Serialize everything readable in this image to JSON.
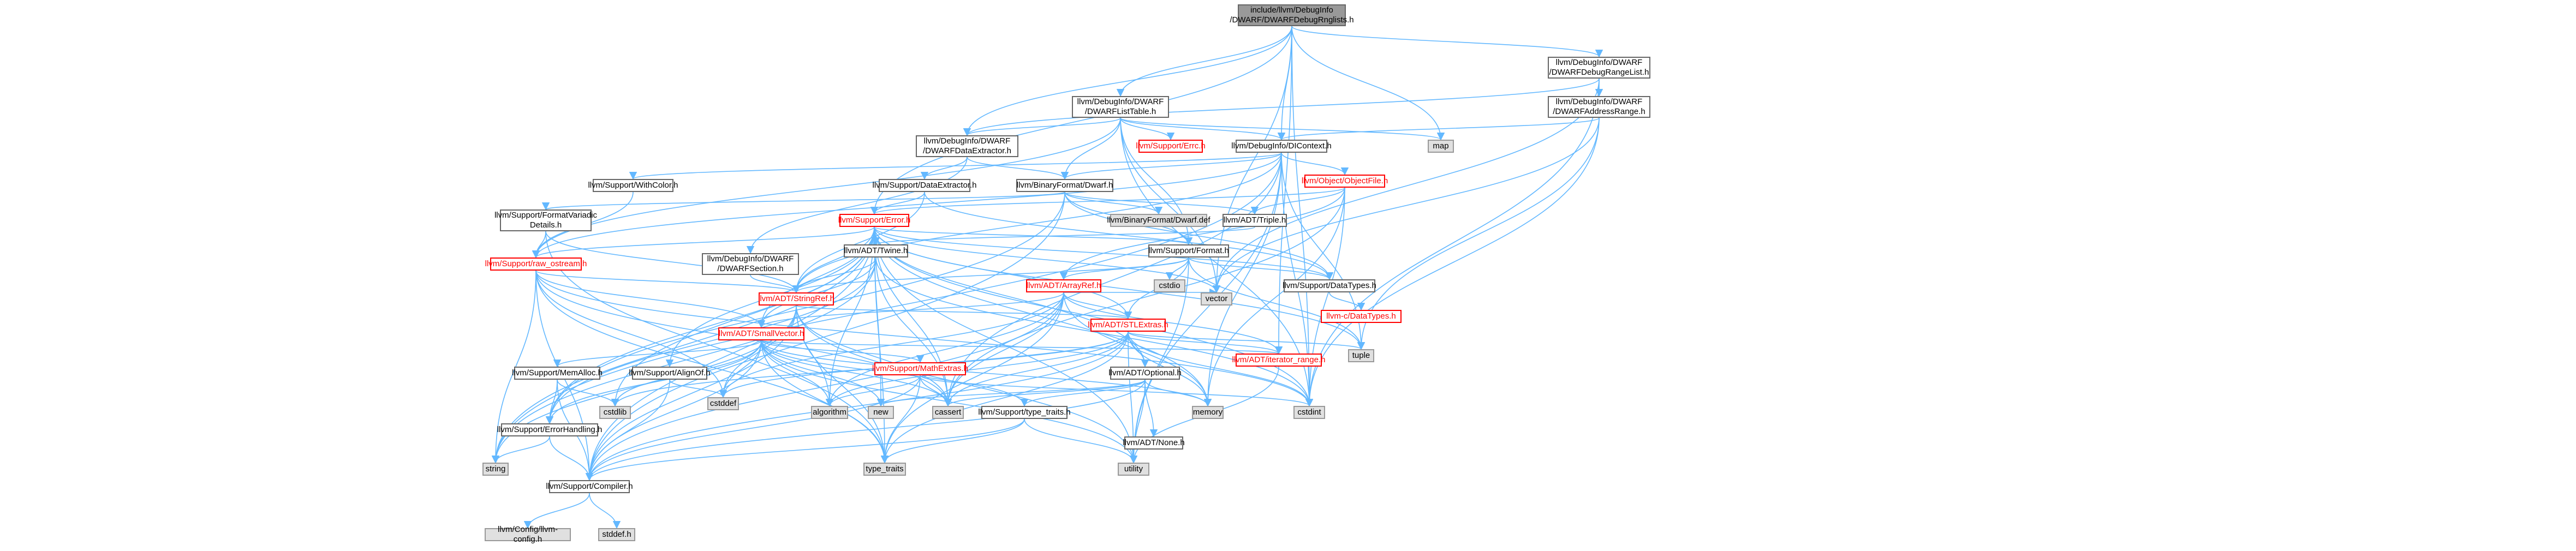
{
  "nodes": {
    "root": "include/llvm/DebugInfo\n/DWARF/DWARFDebugRnglists.h",
    "dwarfdebugrangelist": "llvm/DebugInfo/DWARF\n/DWARFDebugRangeList.h",
    "dwarflisttable": "llvm/DebugInfo/DWARF\n/DWARFListTable.h",
    "dwarfaddressrange": "llvm/DebugInfo/DWARF\n/DWARFAddressRange.h",
    "dwarfdataextractor": "llvm/DebugInfo/DWARF\n/DWARFDataExtractor.h",
    "supporterrc": "llvm/Support/Errc.h",
    "dicontext": "llvm/DebugInfo/DIContext.h",
    "map": "map",
    "withcolor": "llvm/Support/WithColor.h",
    "dataextractor": "llvm/Support/DataExtractor.h",
    "binaryformatdwarf": "llvm/BinaryFormat/Dwarf.h",
    "objectfile": "llvm/Object/ObjectFile.h",
    "formatvariadic": "llvm/Support/FormatVariadic\nDetails.h",
    "supporterror": "llvm/Support/Error.h",
    "dwarfdef": "llvm/BinaryFormat/Dwarf.def",
    "triple": "llvm/ADT/Triple.h",
    "rawostream": "llvm/Support/raw_ostream.h",
    "dwarfsection": "llvm/DebugInfo/DWARF\n/DWARFSection.h",
    "twine": "llvm/ADT/Twine.h",
    "format": "llvm/Support/Format.h",
    "cstdio": "cstdio",
    "arrayref": "llvm/ADT/ArrayRef.h",
    "datatypes": "llvm/Support/DataTypes.h",
    "stringref": "llvm/ADT/StringRef.h",
    "vector": "vector",
    "llvmcdatatypes": "llvm-c/DataTypes.h",
    "smallvector": "llvm/ADT/SmallVector.h",
    "stlextras": "llvm/ADT/STLExtras.h",
    "tuple": "tuple",
    "memalloc": "llvm/Support/MemAlloc.h",
    "alignof": "llvm/Support/AlignOf.h",
    "mathextras": "llvm/Support/MathExtras.h",
    "optional": "llvm/ADT/Optional.h",
    "iteratorrange": "llvm/ADT/iterator_range.h",
    "cstdlib": "cstdlib",
    "errorhandling": "llvm/Support/ErrorHandling.h",
    "cstddef": "cstddef",
    "algorithm": "algorithm",
    "new": "new",
    "typetraitsllvm": "llvm/Support/type_traits.h",
    "cassert": "cassert",
    "none": "llvm/ADT/None.h",
    "memory": "memory",
    "cstdint": "cstdint",
    "compiler": "llvm/Support/Compiler.h",
    "string": "string",
    "typetraits": "type_traits",
    "utility": "utility",
    "llvmconfig": "llvm/Config/llvm-config.h",
    "stddef": "stddef.h"
  },
  "colors": {
    "edge": "#63b8ff",
    "node_border": "#666666",
    "root_fill": "#999999",
    "leaf_fill": "#e0e0e0",
    "truncated": "#ff0000"
  }
}
